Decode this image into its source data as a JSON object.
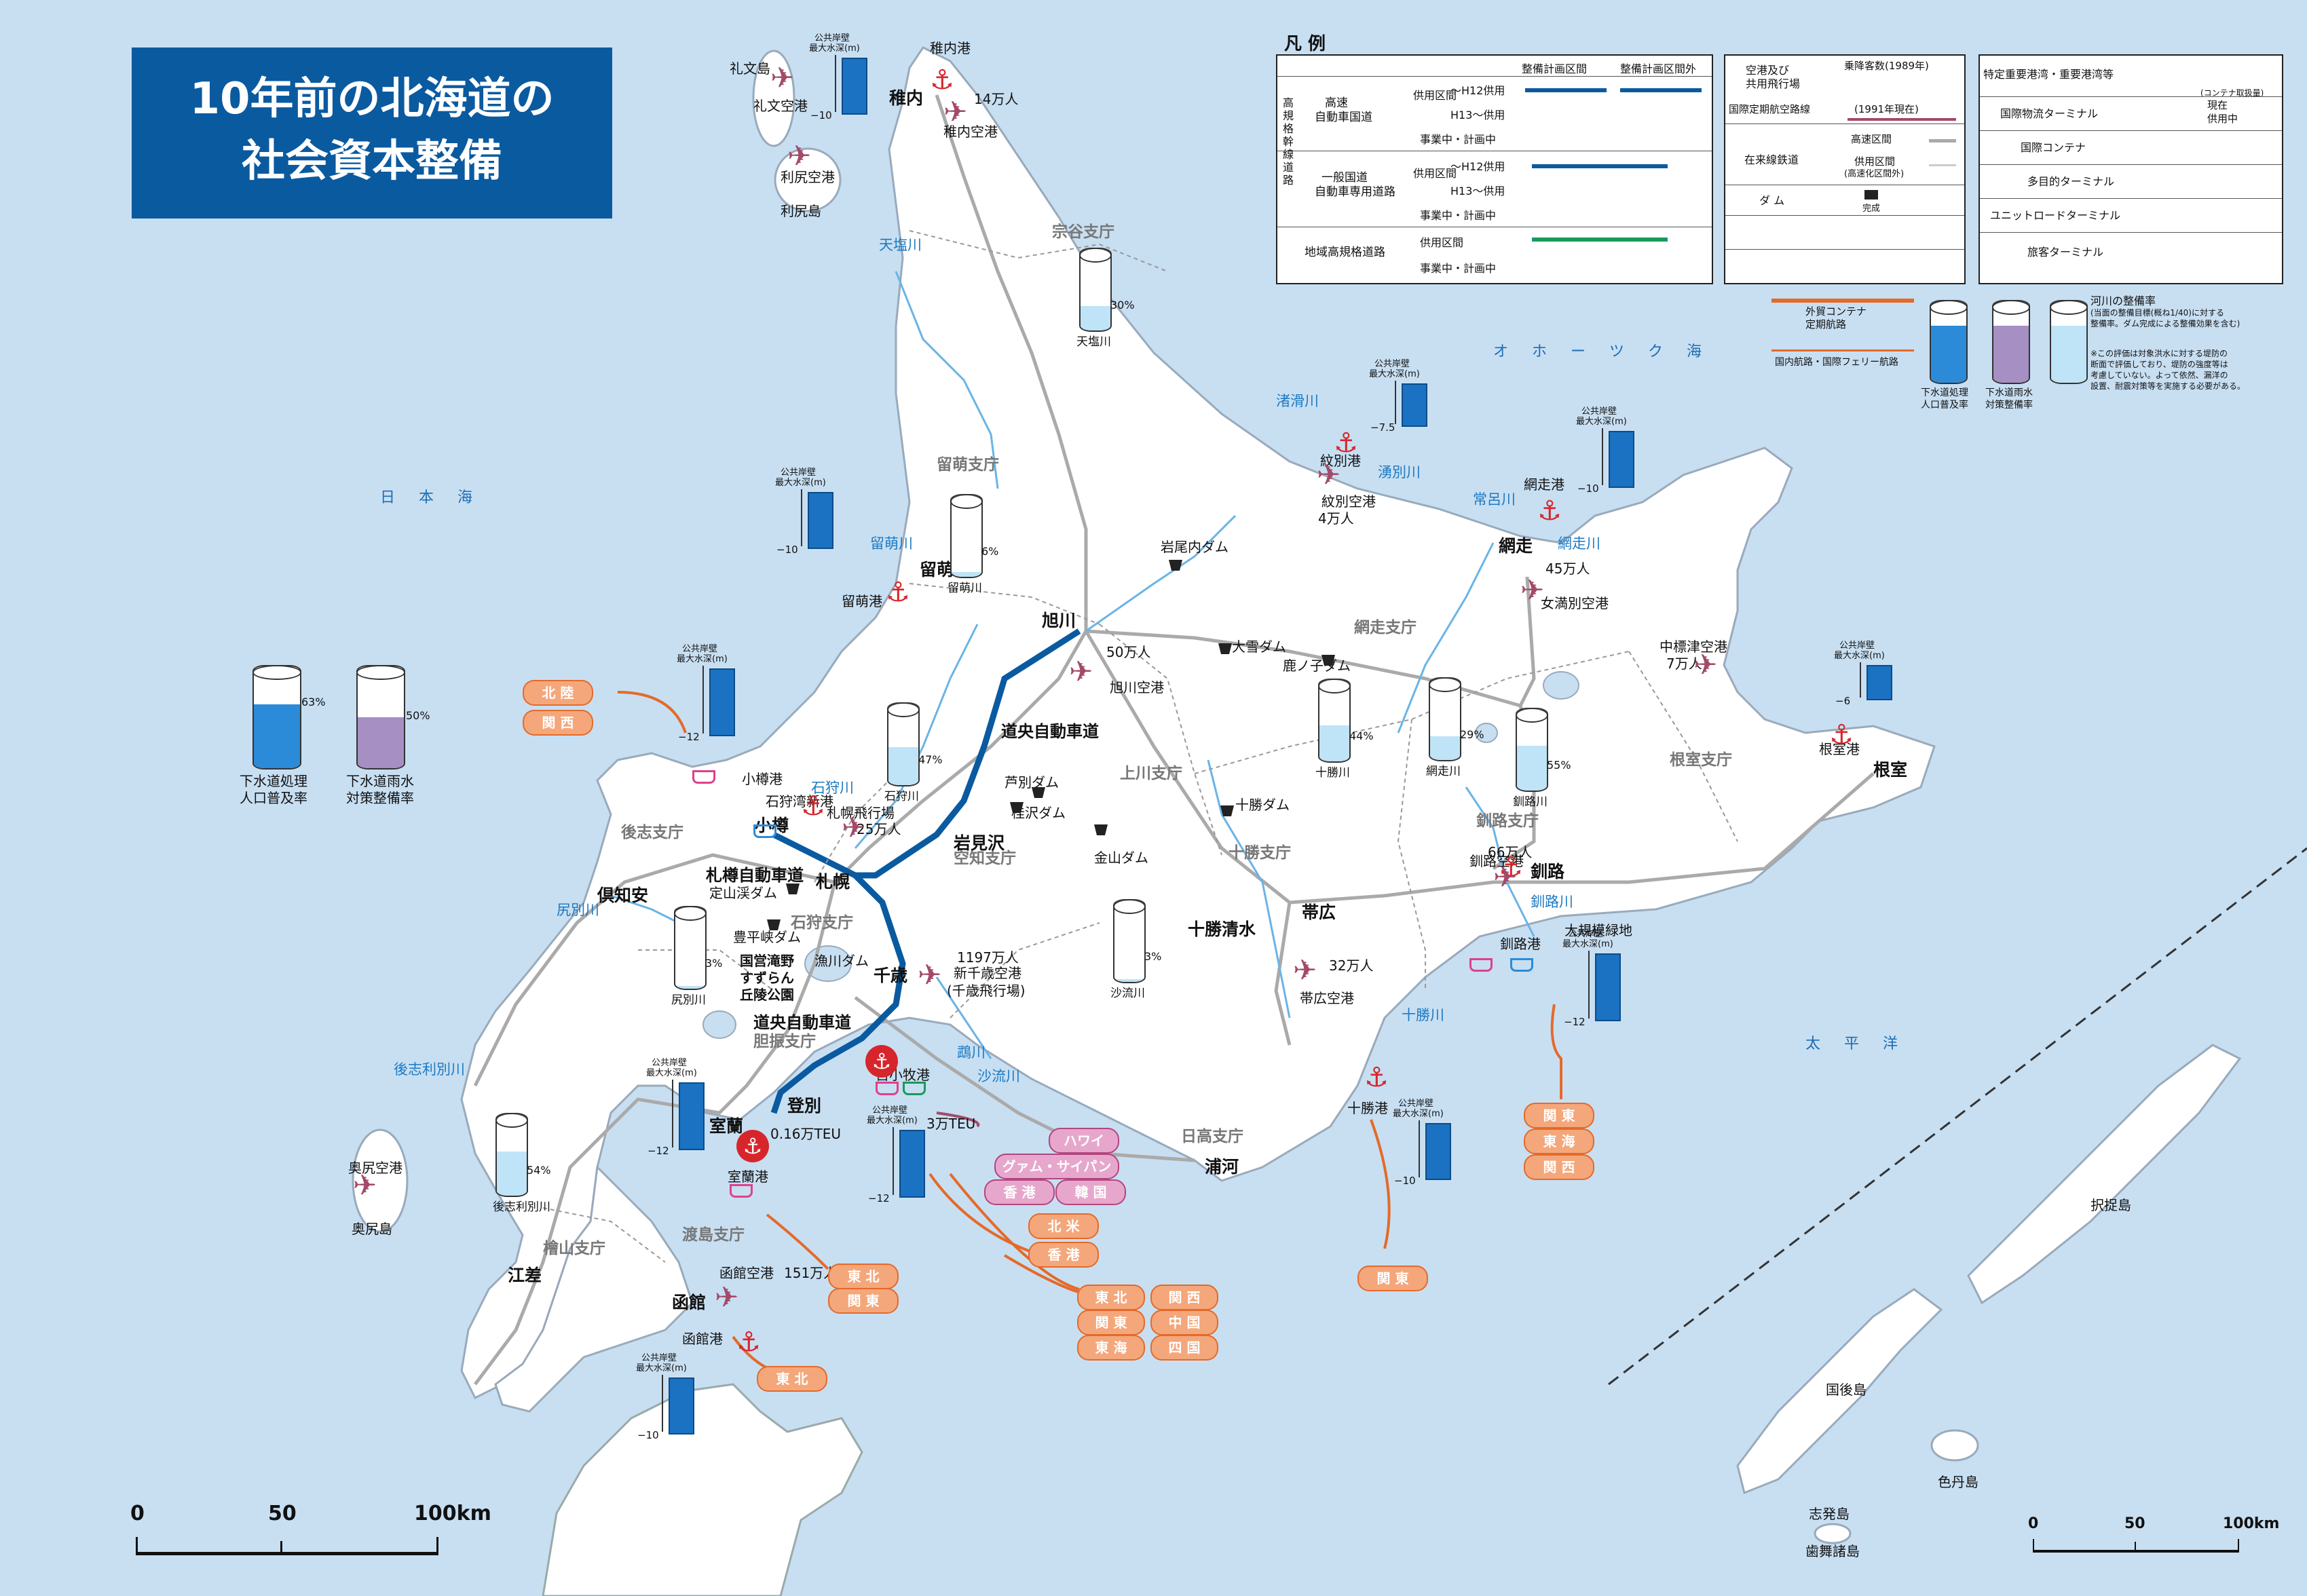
{
  "title": [
    "10年前の北海道の",
    "社会資本整備"
  ],
  "seas": {
    "japan_sea": "日 本 海",
    "okhotsk": "オ ホ ー ツ ク 海",
    "pacific": "太 平 洋"
  },
  "districts": {
    "soya": "宗谷支庁",
    "rumoi": "留萌支庁",
    "abashiri": "網走支庁",
    "kamikawa": "上川支庁",
    "sorachi": "空知支庁",
    "ishikari": "石狩支庁",
    "shiribeshi": "後志支庁",
    "tokachi": "十勝支庁",
    "kushiro": "釧路支庁",
    "nemuro": "根室支庁",
    "hidaka": "日高支庁",
    "iburi": "胆振支庁",
    "oshima": "渡島支庁",
    "hiyama": "檜山支庁"
  },
  "cities": {
    "wakkanai": "稚内",
    "rumoi": "留萌",
    "asahikawa": "旭川",
    "abashiri": "網走",
    "nemuro": "根室",
    "kushiro": "釧路",
    "obihiro": "帯広",
    "otaru": "小樽",
    "sapporo": "札幌",
    "iwamizawa": "岩見沢",
    "chitose": "千歳",
    "tomakomai": "苫小牧港",
    "noboribetsu": "登別",
    "muroran": "室蘭",
    "hakodate": "函館",
    "esashi": "江差",
    "kutchan": "倶知安",
    "urakawa": "浦河",
    "tokachi_shimizu": "十勝清水",
    "monbetsu": "紋別港"
  },
  "airports": {
    "rebun": "礼文空港",
    "rishiri": "利尻空港",
    "wakkanai": "稚内空港",
    "wakkanai_pax": "14万人",
    "monbetsu": "紋別空港",
    "monbetsu_pax": "4万人",
    "memanbetsu": "女満別空港",
    "memanbetsu_pax": "45万人",
    "nakashibetsu": "中標津空港",
    "nakashibetsu_pax": "7万人",
    "asahikawa": "旭川空港",
    "asahikawa_pax": "50万人",
    "sapporo": "札幌飛行場",
    "sapporo_pax": "25万人",
    "new_chitose": "新千歳空港",
    "new_chitose2": "(千歳飛行場)",
    "new_chitose_pax": "1197万人",
    "obihiro": "帯広空港",
    "obihiro_pax": "32万人",
    "kushiro": "釧路空港",
    "kushiro_pax": "66万人",
    "okushiri": "奥尻空港",
    "hakodate": "函館空港",
    "hakodate_pax": "151万人"
  },
  "ports": {
    "wakkanai": "稚内港",
    "rumoi": "留萌港",
    "ishikari": "石狩湾新港",
    "otaru": "小樽港",
    "monbetsu": "紋別港",
    "abashiri": "網走港",
    "nemuro": "根室港",
    "kushiro": "釧路港",
    "tokachi": "十勝港",
    "tomakomai": "苫小牧港",
    "tomakomai_teu": "3万TEU",
    "muroran": "室蘭港",
    "muroran_teu": "0.16万TEU",
    "hakodate": "函館港"
  },
  "islands": {
    "rebun": "礼文島",
    "rishiri": "利尻島",
    "okushiri": "奥尻島",
    "etorofu": "択捉島",
    "kunashiri": "国後島",
    "shikotan": "色丹島",
    "habomai": "歯舞諸島",
    "shibotsu": "志発島"
  },
  "rivers": {
    "teshio": "天塩川",
    "rumoi": "留萌川",
    "ishikari": "石狩川",
    "shiribetsu": "尻別川",
    "shiribeshi_toshibetsu": "後志利別川",
    "saru": "沙流川",
    "mu": "鵡川",
    "tokachi": "十勝川",
    "kushiro": "釧路川",
    "abashiri": "網走川",
    "tokoro": "常呂川",
    "yubetsu": "湧別川",
    "shokotsu": "渚滑川"
  },
  "dams": {
    "iwaonai": "岩尾内ダム",
    "taisetsu": "大雪ダム",
    "tokachi": "十勝ダム",
    "kanayama": "金山ダム",
    "ashibetsu": "芦別ダム",
    "katsurazawa": "桂沢ダム",
    "jozankei": "定山渓ダム",
    "hoheikyo": "豊平峡ダム",
    "urigawa": "漁川ダム",
    "kanonoko": "鹿ノ子ダム"
  },
  "roads": {
    "sasshoku": "札樽自動車道",
    "doo": "道央自動車道",
    "doo2": "道央自動車道",
    "park": [
      "国営滝野",
      "すずらん",
      "丘陵公園"
    ],
    "daikibo": "大規模緑地"
  },
  "river_gauges": [
    {
      "name": "天塩川",
      "pct": "30%",
      "value": 30
    },
    {
      "name": "留萌川",
      "pct": "6%",
      "value": 6
    },
    {
      "name": "石狩川",
      "pct": "47%",
      "value": 47
    },
    {
      "name": "尻別川",
      "pct": "3%",
      "value": 3
    },
    {
      "name": "後志利別川",
      "pct": "54%",
      "value": 54
    },
    {
      "name": "沙流川",
      "pct": "3%",
      "value": 3
    },
    {
      "name": "十勝川",
      "pct": "44%",
      "value": 44
    },
    {
      "name": "網走川",
      "pct": "29%",
      "value": 29
    },
    {
      "name": "釧路川",
      "pct": "55%",
      "value": 55
    }
  ],
  "sewer": {
    "population": {
      "label": [
        "下水道処理",
        "人口普及率"
      ],
      "pct": "63%",
      "value": 63
    },
    "rainwater": {
      "label": [
        "下水道雨水",
        "対策整備率"
      ],
      "pct": "50%",
      "value": 50
    }
  },
  "depth_label": [
    "公共岸壁",
    "最大水深(m)"
  ],
  "depth_charts": [
    {
      "port": "礼文",
      "value": -10,
      "text": "−10"
    },
    {
      "port": "留萌",
      "value": -10,
      "text": "−10"
    },
    {
      "port": "石狩",
      "value": -12,
      "text": "−12"
    },
    {
      "port": "紋別",
      "value": -7.5,
      "text": "−7.5"
    },
    {
      "port": "網走",
      "value": -10,
      "text": "−10"
    },
    {
      "port": "根室",
      "value": -6,
      "text": "−6"
    },
    {
      "port": "釧路",
      "value": -12,
      "text": "−12"
    },
    {
      "port": "十勝",
      "value": -10,
      "text": "−10"
    },
    {
      "port": "苫小牧",
      "value": -12,
      "text": "−12"
    },
    {
      "port": "室蘭",
      "value": -12,
      "text": "−12"
    },
    {
      "port": "函館",
      "value": -10,
      "text": "−10"
    }
  ],
  "routes": {
    "hokuriku": "北 陸",
    "kansai": "関 西",
    "tohoku": "東 北",
    "kanto": "関 東",
    "tokai": "東 海",
    "chugoku": "中 国",
    "shikoku": "四 国",
    "hokubei": "北 米",
    "hongkong": "香 港",
    "hawaii": "ハワイ",
    "guam": "グァム・サイパン",
    "korea": "韓 国"
  },
  "legend": {
    "heading": "凡 例",
    "col1": "整備計画区間",
    "col2": "整備計画区間外",
    "vertical": "高規格幹線道路",
    "expressway": [
      "高速",
      "自動車国道"
    ],
    "general": [
      "一般国道",
      "自動車専用道路"
    ],
    "inuse": "供用区間",
    "h12": "〜H12供用",
    "h13": "H13〜供用",
    "construction": "事業中・計画中",
    "regional": "地域高規格道路",
    "regional_inuse": "供用区間",
    "airport_col": [
      "空港及び",
      "共用飛行場"
    ],
    "passengers": "乗降客数(1989年)",
    "intl_air": "国際定期航空路線",
    "intl_air_year": "(1991年現在)",
    "rail": "在来線鉄道",
    "hs": "高速区間",
    "inuse_hs": [
      "供用区間",
      "(高速化区間外)"
    ],
    "dam": "ダ ム",
    "dam_done": "完成",
    "port_heading": "特定重要港湾・重要港湾等",
    "container_note": "(コンテナ取扱量)",
    "port_rows": [
      "国際物流ターミナル",
      "国際コンテナ",
      "多目的ターミナル",
      "ユニットロードターミナル",
      "旅客ターミナル"
    ],
    "current": [
      "現在",
      "供用中"
    ],
    "foreign_container": [
      "外貿コンテナ",
      "定期航路"
    ],
    "domestic_ferry": "国内航路・国際フェリー航路",
    "river_rate": "河川の整備率",
    "river_note": [
      "(当面の整備目標(概ね1/40)に対する",
      "整備率。ダム完成による整備効果を含む)"
    ],
    "river_note2": [
      "※この評価は対象洪水に対する堤防の",
      "断面で評価しており、堤防の強度等は",
      "考慮していない。よって依然、漏洋の",
      "設置、耐震対策等を実施する必要がある。"
    ],
    "sewer_pop": [
      "下水道処理",
      "人口普及率"
    ],
    "sewer_rain": [
      "下水道雨水",
      "対策整備率"
    ]
  },
  "scale": {
    "zero": "0",
    "mid": "50",
    "max": "100km"
  },
  "colors": {
    "sea": "#c8dff2",
    "land": "#ffffff",
    "expressway": "#0a5aa0",
    "route": "#e46a2a",
    "anchor": "#d6262b",
    "plane": "#a34a69"
  }
}
